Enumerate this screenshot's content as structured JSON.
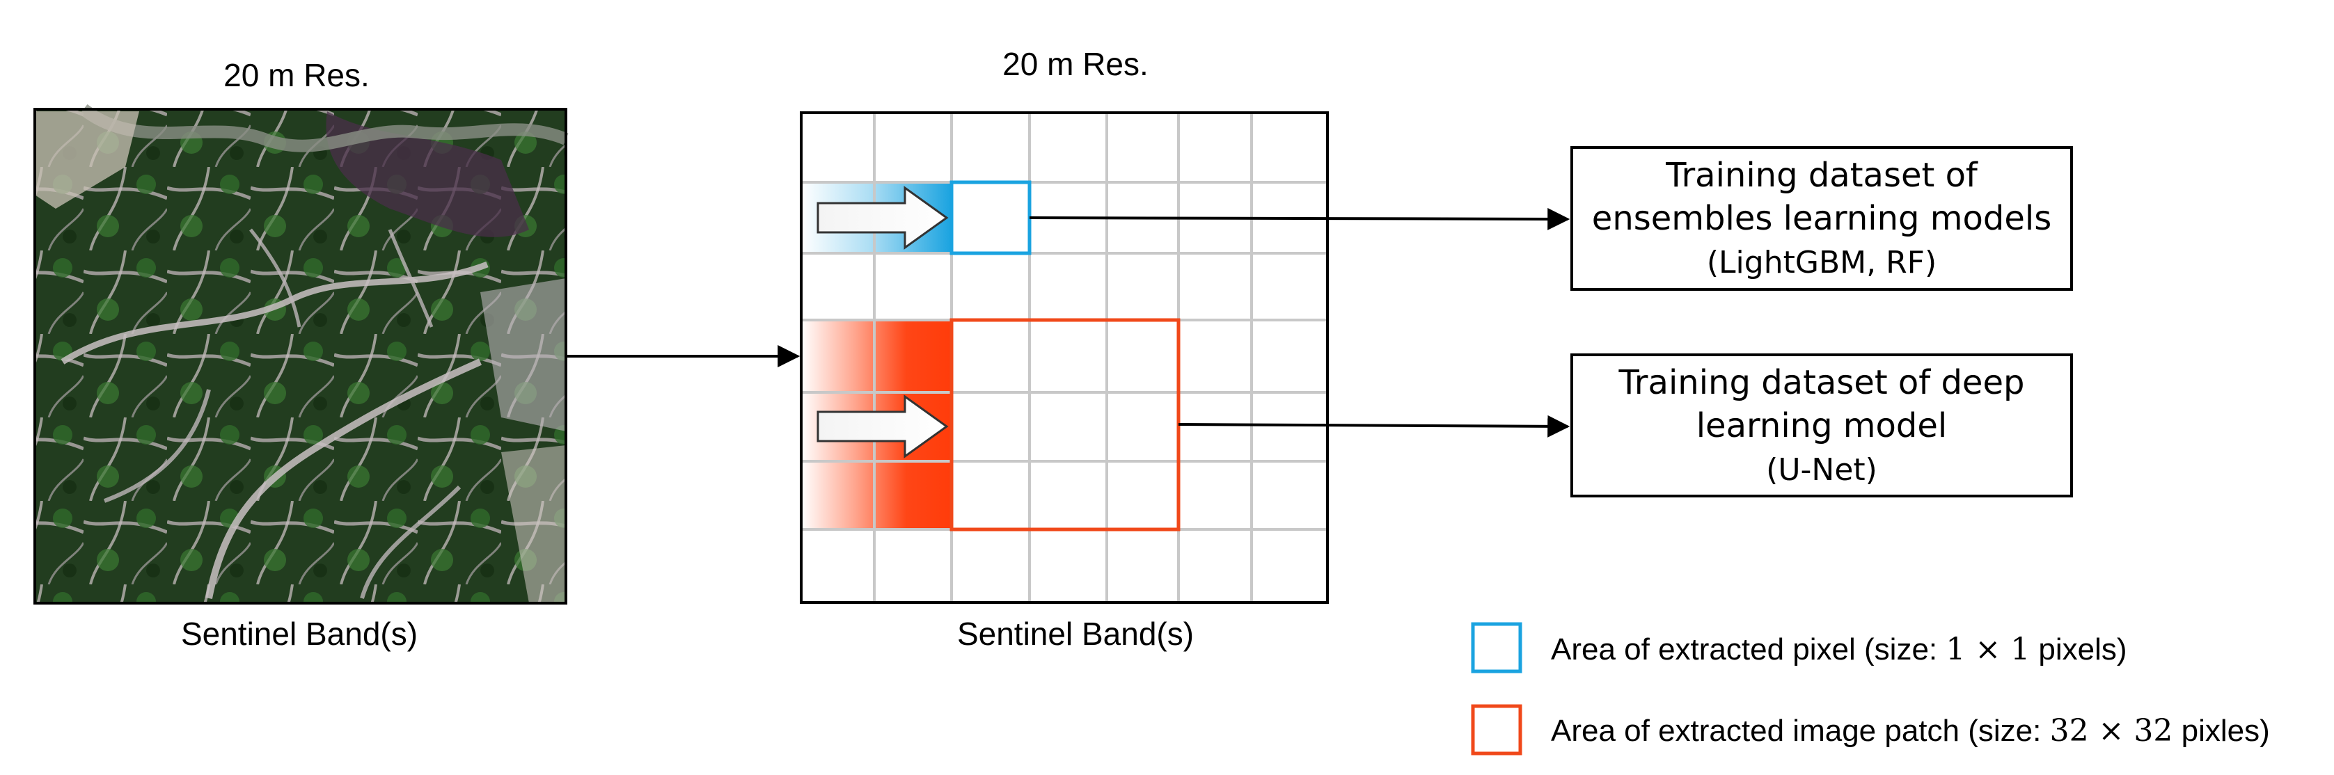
{
  "left_panel": {
    "resolution": "20 m Res.",
    "caption": "Sentinel Band(s)"
  },
  "grid_panel": {
    "resolution": "20 m Res.",
    "caption": "Sentinel Band(s)"
  },
  "outputs": {
    "ensemble": {
      "line1": "Training dataset of",
      "line2": "ensembles learning models",
      "line3": "(LightGBM, RF)"
    },
    "deep": {
      "line1": "Training dataset of deep",
      "line2": "learning model",
      "line3": "(U-Net)"
    }
  },
  "legend": {
    "pixel": {
      "text_before": "Area of extracted pixel (size: ",
      "size": "1 × 1",
      "text_after": " pixels)",
      "color": "#1aa3e0"
    },
    "patch": {
      "text_before": "Area of extracted image patch (size: ",
      "size": "32 × 32",
      "text_after": " pixles)",
      "color": "#f0481a"
    }
  },
  "colors": {
    "pixel_highlight": "#1aa3e0",
    "patch_highlight": "#ff3c0a",
    "grid_line": "#c8c8c8"
  },
  "satellite_image": {
    "icon": "satellite-image",
    "description_colors": [
      "#1f3a1c",
      "#2e5a26",
      "#bfb7b5",
      "#4a2f4a"
    ]
  }
}
